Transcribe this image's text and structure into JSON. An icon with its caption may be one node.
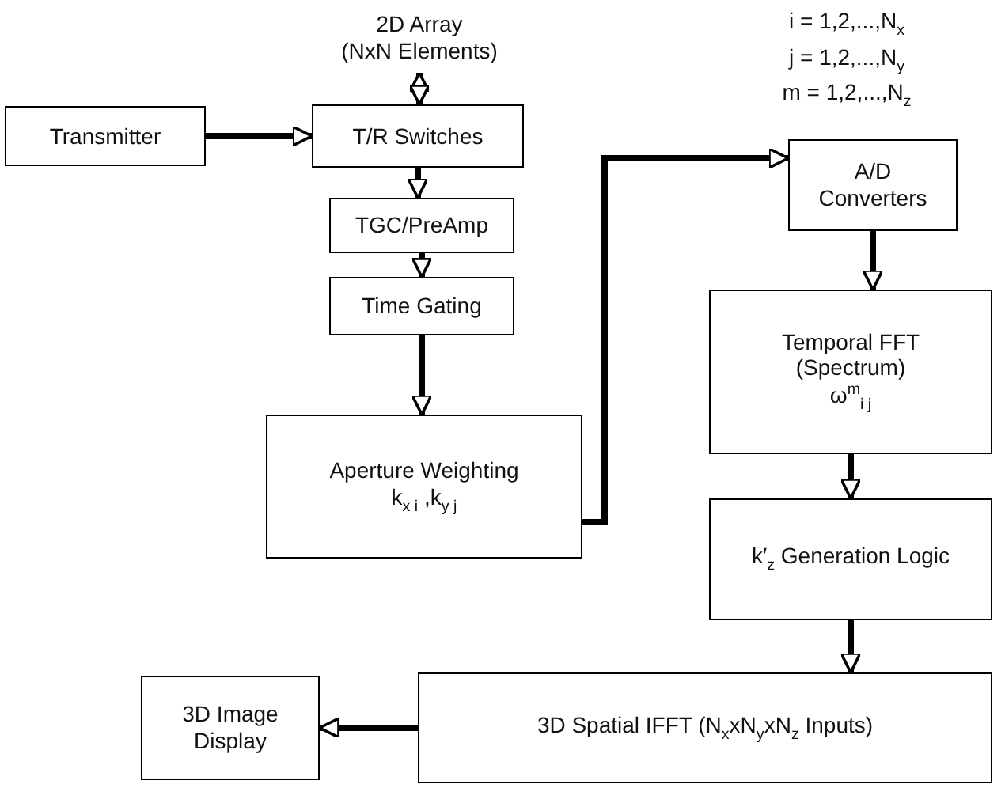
{
  "diagram": {
    "nodes": [
      {
        "text": [
          "2D Array",
          "(NxN Elements)"
        ]
      },
      {
        "text": [
          "Transmitter"
        ]
      },
      {
        "text": [
          "T/R Switches"
        ]
      },
      {
        "text": [
          "TGC/PreAmp"
        ]
      },
      {
        "text": [
          "Time Gating"
        ]
      },
      {
        "text": [
          "Aperture Weighting",
          "k$_{x i}$ ,k$_{y j}$"
        ]
      },
      {
        "text": [
          "A/D Converters"
        ]
      },
      {
        "text": [
          "Temporal FFT (Spectrum)",
          "ω$^{m}$$_{i j}$"
        ]
      },
      {
        "text": [
          "k′$_{z}$ Generation Logic"
        ]
      },
      {
        "text": [
          "3D Spatial IFFT (N$_{x}$xN$_{y}$xN$_{z}$ Inputs)"
        ]
      },
      {
        "text": [
          "3D Image Display"
        ]
      }
    ],
    "edges": [
      {
        "from": 0,
        "to": 2,
        "arrow": "both"
      },
      {
        "from": 1,
        "to": 2,
        "arrow": "to"
      },
      {
        "from": 2,
        "to": 3,
        "arrow": "to"
      },
      {
        "from": 3,
        "to": 4,
        "arrow": "to"
      },
      {
        "from": 4,
        "to": 5,
        "arrow": "to"
      },
      {
        "from": 5,
        "to": 6,
        "arrow": "to"
      },
      {
        "from": 6,
        "to": 7,
        "arrow": "to"
      },
      {
        "from": 7,
        "to": 8,
        "arrow": "to"
      },
      {
        "from": 8,
        "to": 9,
        "arrow": "to"
      },
      {
        "from": 9,
        "to": 10,
        "arrow": "to"
      }
    ],
    "labels": [
      "i = 1,2,...,N$_{x}$",
      "j = 1,2,...,N$_{y}$",
      "m = 1,2,...,N$_{z}$"
    ]
  }
}
